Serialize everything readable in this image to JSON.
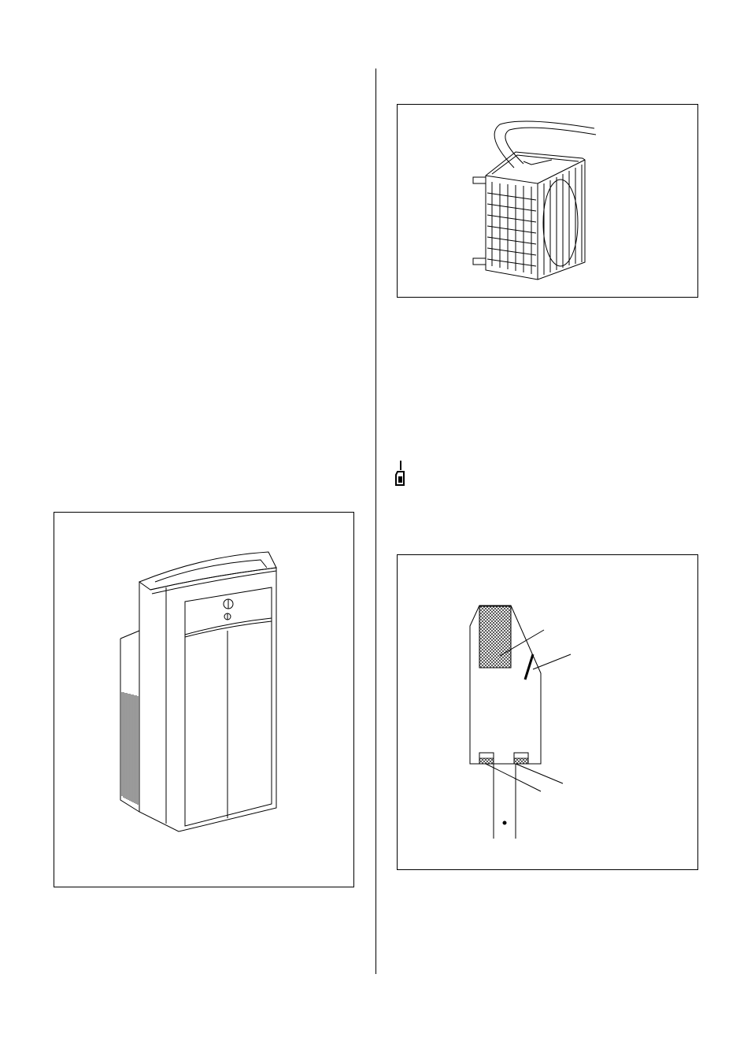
{
  "page": {
    "figures": [
      {
        "id": "unit",
        "icon": "portable-air-conditioner-illustration"
      },
      {
        "id": "coil",
        "icon": "heat-exchanger-coil-with-hose-illustration"
      },
      {
        "id": "panel",
        "icon": "control-board-with-connectors-illustration"
      }
    ],
    "note_icon": "hand-pointer-icon"
  }
}
